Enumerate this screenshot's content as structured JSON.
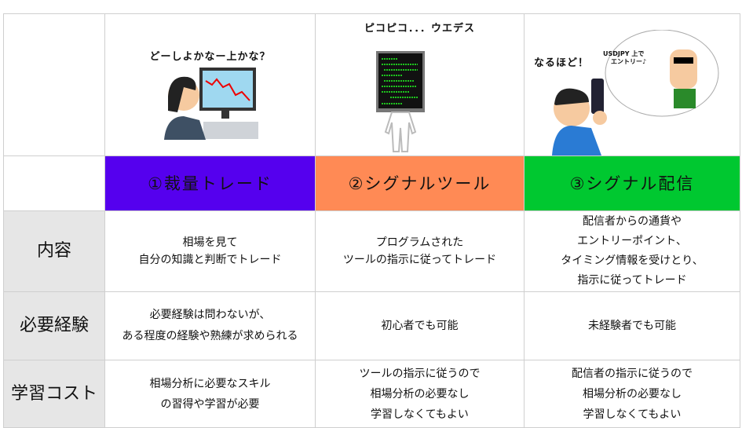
{
  "illustrations": [
    {
      "caption": "どーしよかなー上かな？"
    },
    {
      "caption": "ピコピコ．．．ウエデス"
    },
    {
      "caption": "なるほど！",
      "bubble_lines": [
        "USDJPY 上で",
        "エントリー♪"
      ]
    }
  ],
  "columns": [
    {
      "label": "①裁量トレード",
      "color": "#5500ee"
    },
    {
      "label": "②シグナルツール",
      "color": "#ff8a55"
    },
    {
      "label": "③シグナル配信",
      "color": "#00c830"
    }
  ],
  "rows": [
    {
      "header": "内容",
      "cells": [
        [
          "相場を見て",
          "自分の知識と判断でトレード"
        ],
        [
          "プログラムされた",
          "ツールの指示に従ってトレード"
        ],
        [
          "配信者からの通貨や",
          "エントリーポイント、",
          "タイミング情報を受けとり、",
          "指示に従ってトレード"
        ]
      ]
    },
    {
      "header": "必要経験",
      "cells": [
        [
          "必要経験は問わないが、",
          "ある程度の経験や熟練が求められる"
        ],
        [
          "初心者でも可能"
        ],
        [
          "未経験者でも可能"
        ]
      ]
    },
    {
      "header": "学習コスト",
      "cells": [
        [
          "相場分析に必要なスキル",
          "の習得や学習が必要"
        ],
        [
          "ツールの指示に従うので",
          "相場分析の必要なし",
          "学習しなくてもよい"
        ],
        [
          "配信者の指示に従うので",
          "相場分析の必要なし",
          "学習しなくてもよい"
        ]
      ]
    }
  ]
}
